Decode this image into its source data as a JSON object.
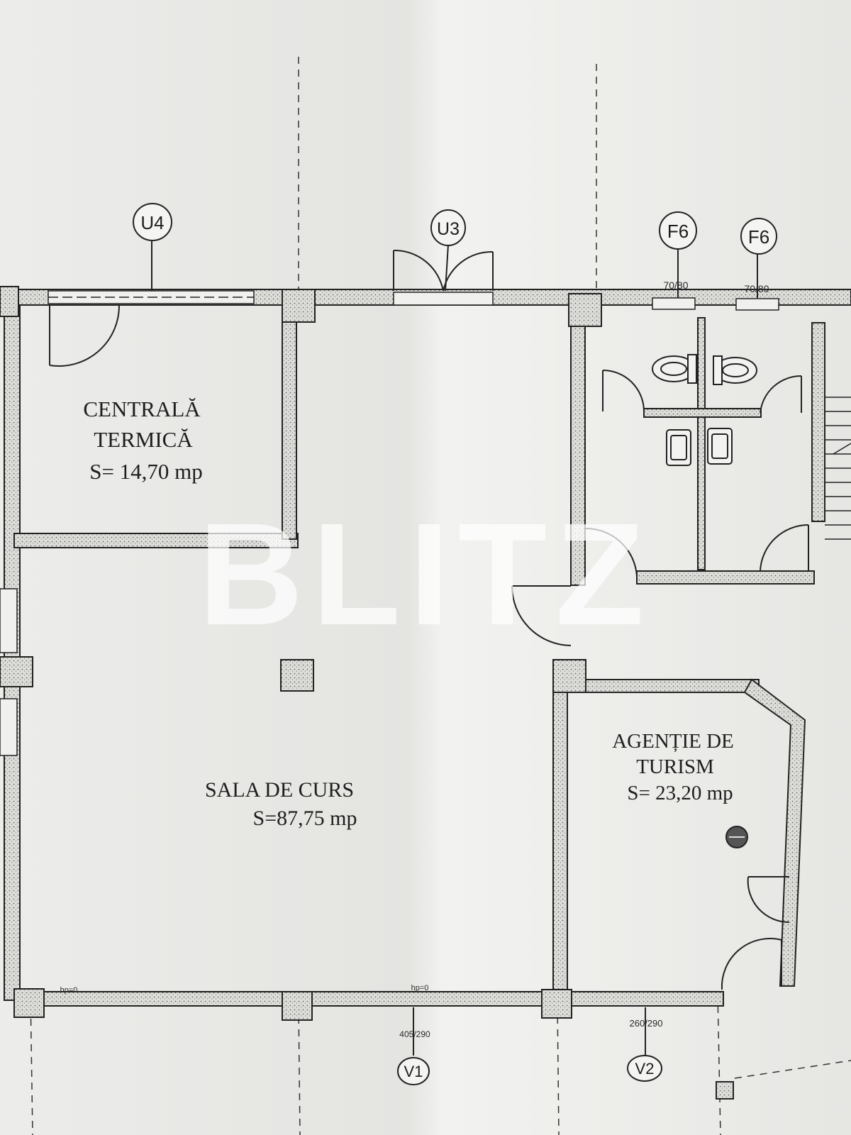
{
  "rooms": {
    "centrala": {
      "line1": "CENTRALĂ",
      "line2": "TERMICĂ",
      "area": "S= 14,70 mp"
    },
    "sala": {
      "line1": "SALA DE  CURS",
      "area": "S=87,75 mp"
    },
    "agentie": {
      "line1": "AGENȚIE DE",
      "line2": "TURISM",
      "area": "S= 23,20 mp"
    }
  },
  "tags": {
    "u4": "U4",
    "u3": "U3",
    "f6a": "F6",
    "f6b": "F6",
    "v1": "V1",
    "v2": "V2"
  },
  "dimensions": {
    "f6a": "70/80",
    "f6b": "70/80",
    "v1": "405/290",
    "v2": "260/290",
    "hp_left": "hp=0",
    "hp_mid": "hp=0"
  },
  "watermark": "BLITZ",
  "colors": {
    "paper": "#e9e9e7",
    "ink": "#1e1e1e",
    "wall_fill": "#d8d8d4"
  }
}
